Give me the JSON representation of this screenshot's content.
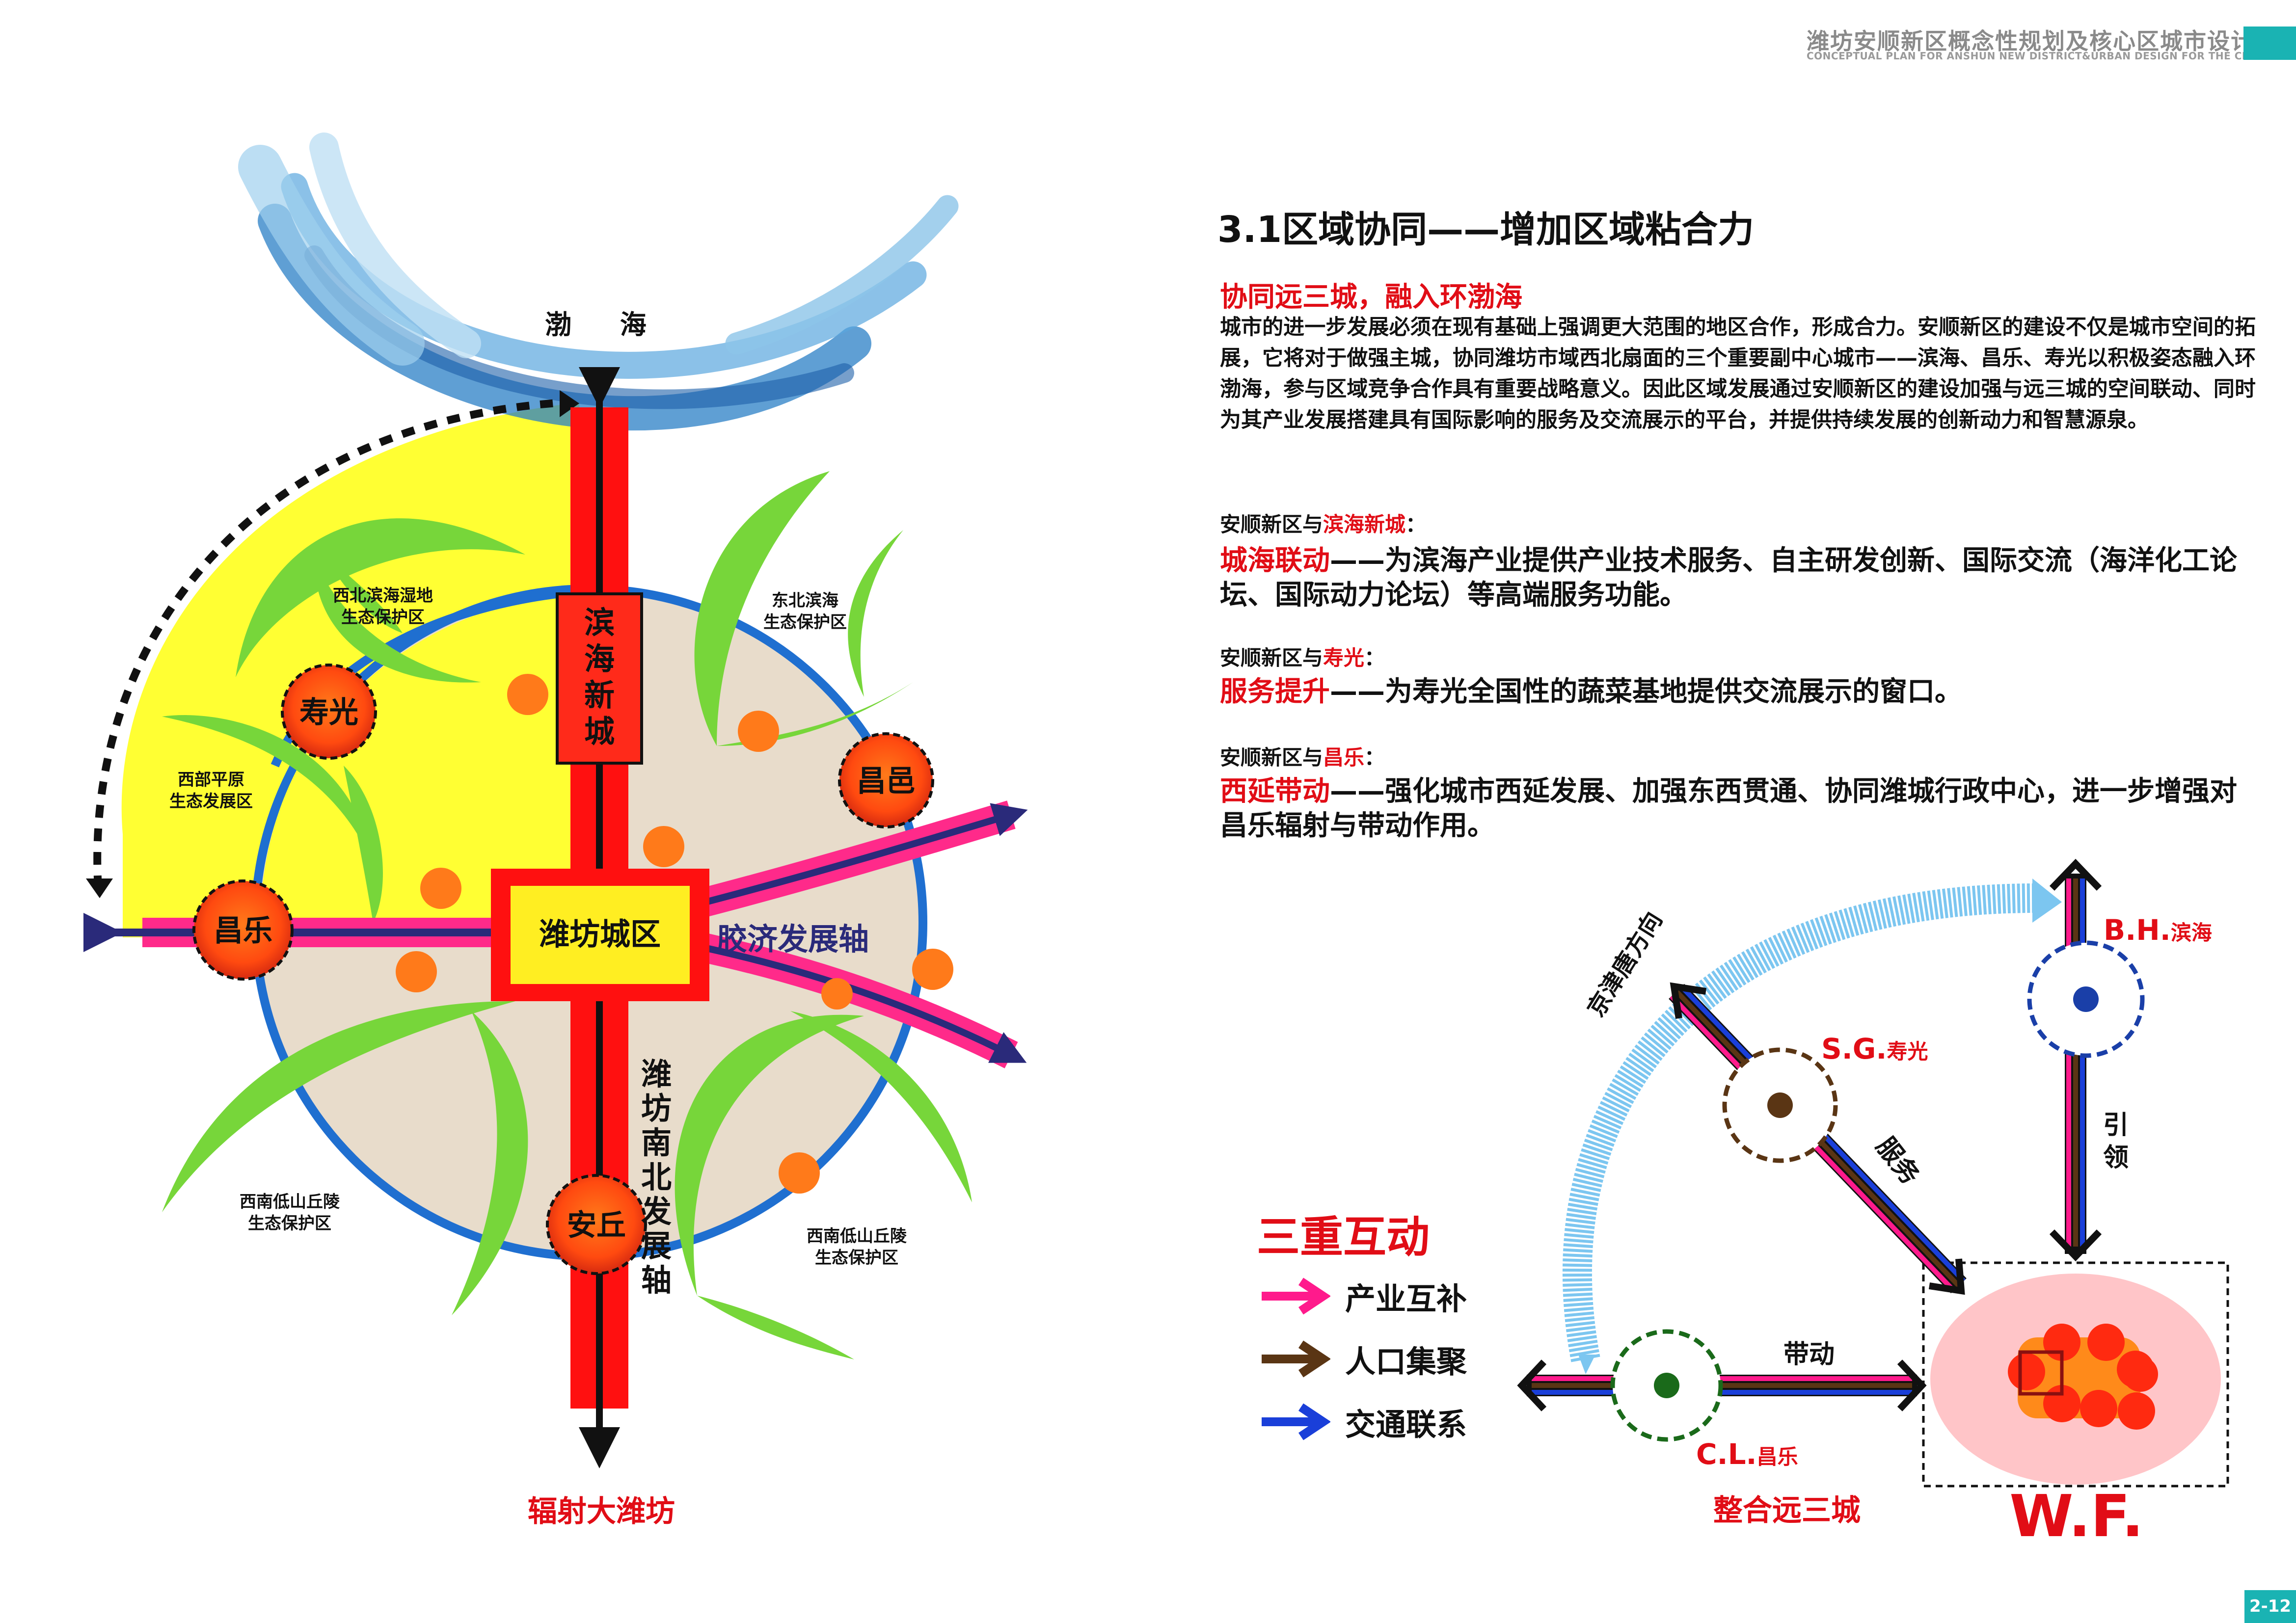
{
  "header": {
    "title": "潍坊安顺新区概念性规划及核心区城市设计",
    "subtitle": "CONCEPTUAL PLAN FOR ANSHUN NEW DISTRICT&URBAN DESIGN FOR THE CENTRAL DISTRICT, WEIFANG"
  },
  "page_number": "2-12",
  "section_title": "3.1区域协同——增加区域粘合力",
  "intro": {
    "heading": "协同远三城，融入环渤海",
    "paragraph": "城市的进一步发展必须在现有基础上强调更大范围的地区合作，形成合力。安顺新区的建设不仅是城市空间的拓展，它将对于做强主城，协同潍坊市域西北扇面的三个重要副中心城市——滨海、昌乐、寿光以积极姿态融入环渤海，参与区域竞争合作具有重要战略意义。因此区域发展通过安顺新区的建设加强与远三城的空间联动、同时为其产业发展搭建具有国际影响的服务及交流展示的平台，并提供持续发展的创新动力和智慧源泉。"
  },
  "items": [
    {
      "prefix": "安顺新区与",
      "city": "滨海新城",
      "suffix": "：",
      "key": "城海联动",
      "text": "——为滨海产业提供产业技术服务、自主研发创新、国际交流（海洋化工论坛、国际动力论坛）等高端服务功能。"
    },
    {
      "prefix": "安顺新区与",
      "city": "寿光",
      "suffix": "：",
      "key": "服务提升",
      "text": "——为寿光全国性的蔬菜基地提供交流展示的窗口。"
    },
    {
      "prefix": "安顺新区与",
      "city": "昌乐",
      "suffix": "：",
      "key": "西延带动",
      "text": "——强化城市西延发展、加强东西贯通、协同潍城行政中心，进一步增强对昌乐辐射与带动作用。"
    }
  ],
  "left_map": {
    "sea": "渤 海",
    "binhai": "滨海新城",
    "core": "潍坊城区",
    "east_axis": "胶济发展轴",
    "south_axis": "潍坊南北发展轴",
    "caption": "辐射大潍坊",
    "cities": {
      "shouguang": "寿光",
      "changyi": "昌邑",
      "changle": "昌乐",
      "anqiu": "安丘"
    },
    "zones": {
      "nw": "西北滨海湿地\n生态保护区",
      "ne": "东北滨海\n生态保护区",
      "w": "西部平原\n生态发展区",
      "sw": "西南低山丘陵\n生态保护区",
      "se": "西南低山丘陵\n生态保护区"
    }
  },
  "legend": {
    "title": "三重互动",
    "items": [
      {
        "label": "产业互补",
        "color": "#ff1a8c"
      },
      {
        "label": "人口集聚",
        "color": "#5a3514"
      },
      {
        "label": "交通联系",
        "color": "#1a3fd9"
      }
    ]
  },
  "right_diagram": {
    "bh_code": "B.H.",
    "bh_name": "滨海",
    "sg_code": "S.G.",
    "sg_name": "寿光",
    "cl_code": "C.L.",
    "cl_name": "昌乐",
    "wf": "W.F.",
    "jjt": "京津唐方向",
    "service": "服务",
    "lead": "引领",
    "drive": "带动",
    "caption": "整合远三城"
  },
  "colors": {
    "accent_red": "#e10d16",
    "teal": "#1ab3b3",
    "yellow": "#ffff33",
    "green": "#77d63a",
    "orange": "#ff7a1a"
  }
}
